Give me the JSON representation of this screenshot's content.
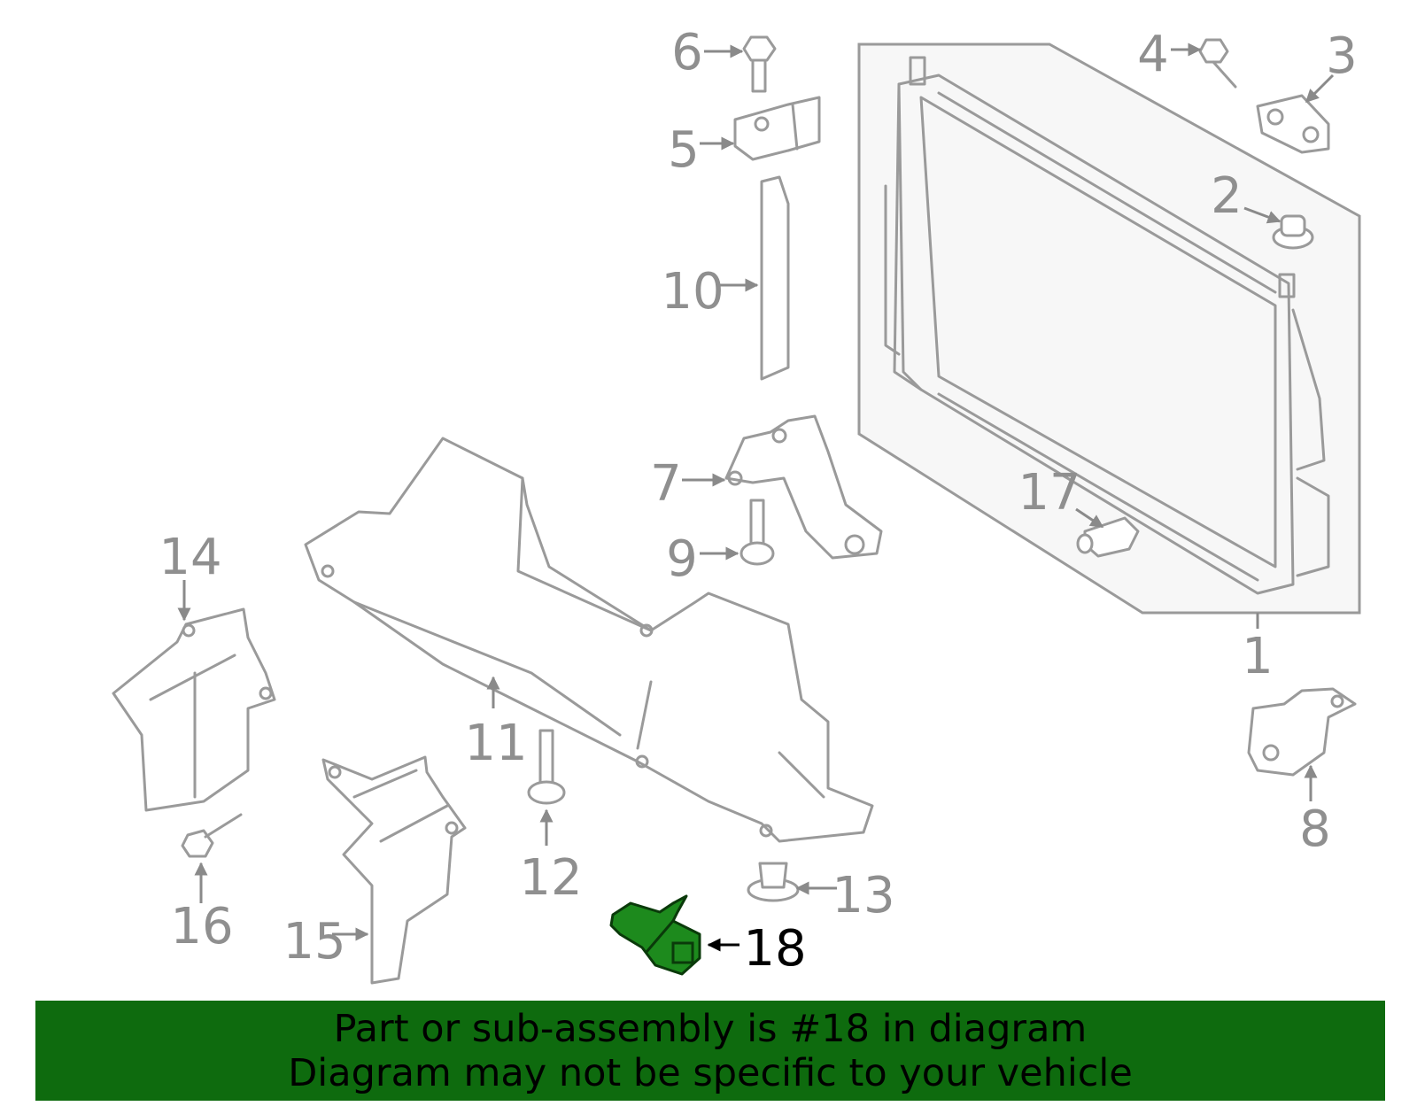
{
  "callouts": {
    "c1": "1",
    "c2": "2",
    "c3": "3",
    "c4": "4",
    "c5": "5",
    "c6": "6",
    "c7": "7",
    "c8": "8",
    "c9": "9",
    "c10": "10",
    "c11": "11",
    "c12": "12",
    "c13": "13",
    "c14": "14",
    "c15": "15",
    "c16": "16",
    "c17": "17",
    "c18": "18"
  },
  "highlight": {
    "part_number": "18",
    "arrow_label": "←18",
    "color": "#1d8a1d"
  },
  "banner": {
    "line1": "Part or sub-assembly is #18 in diagram",
    "line2": "Diagram may not be specific to your vehicle",
    "background": "#0e6b0e"
  }
}
